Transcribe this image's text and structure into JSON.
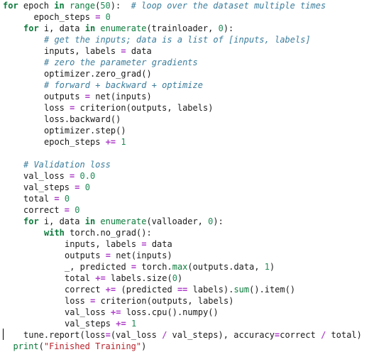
{
  "editor": {
    "lines": [
      {
        "indent": 0,
        "tokens": [
          {
            "t": "for",
            "c": "kw"
          },
          {
            "t": " epoch ",
            "c": "tx"
          },
          {
            "t": "in",
            "c": "kw"
          },
          {
            "t": " ",
            "c": "tx"
          },
          {
            "t": "range",
            "c": "bi"
          },
          {
            "t": "(",
            "c": "tx"
          },
          {
            "t": "50",
            "c": "num"
          },
          {
            "t": "):  ",
            "c": "tx"
          },
          {
            "t": "# loop over the dataset multiple times",
            "c": "cm"
          }
        ]
      },
      {
        "indent": 1.5,
        "tokens": [
          {
            "t": "epoch_steps ",
            "c": "tx"
          },
          {
            "t": "=",
            "c": "op"
          },
          {
            "t": " ",
            "c": "tx"
          },
          {
            "t": "0",
            "c": "num"
          }
        ]
      },
      {
        "indent": 1,
        "tokens": [
          {
            "t": "for",
            "c": "kw"
          },
          {
            "t": " i, data ",
            "c": "tx"
          },
          {
            "t": "in",
            "c": "kw"
          },
          {
            "t": " ",
            "c": "tx"
          },
          {
            "t": "enumerate",
            "c": "bi"
          },
          {
            "t": "(trainloader, ",
            "c": "tx"
          },
          {
            "t": "0",
            "c": "num"
          },
          {
            "t": "):",
            "c": "tx"
          }
        ]
      },
      {
        "indent": 2,
        "tokens": [
          {
            "t": "# get the inputs; data is a list of [inputs, labels]",
            "c": "cm"
          }
        ]
      },
      {
        "indent": 2,
        "tokens": [
          {
            "t": "inputs, labels ",
            "c": "tx"
          },
          {
            "t": "=",
            "c": "op"
          },
          {
            "t": " data",
            "c": "tx"
          }
        ]
      },
      {
        "indent": 2,
        "tokens": [
          {
            "t": "# zero the parameter gradients",
            "c": "cm"
          }
        ]
      },
      {
        "indent": 2,
        "tokens": [
          {
            "t": "optimizer.zero_grad()",
            "c": "tx"
          }
        ]
      },
      {
        "indent": 2,
        "tokens": [
          {
            "t": "# forward + backward + optimize",
            "c": "cm"
          }
        ]
      },
      {
        "indent": 2,
        "tokens": [
          {
            "t": "outputs ",
            "c": "tx"
          },
          {
            "t": "=",
            "c": "op"
          },
          {
            "t": " net(inputs)",
            "c": "tx"
          }
        ]
      },
      {
        "indent": 2,
        "tokens": [
          {
            "t": "loss ",
            "c": "tx"
          },
          {
            "t": "=",
            "c": "op"
          },
          {
            "t": " criterion(outputs, labels)",
            "c": "tx"
          }
        ]
      },
      {
        "indent": 2,
        "tokens": [
          {
            "t": "loss.backward()",
            "c": "tx"
          }
        ]
      },
      {
        "indent": 2,
        "tokens": [
          {
            "t": "optimizer.step()",
            "c": "tx"
          }
        ]
      },
      {
        "indent": 2,
        "tokens": [
          {
            "t": "epoch_steps ",
            "c": "tx"
          },
          {
            "t": "+=",
            "c": "op"
          },
          {
            "t": " ",
            "c": "tx"
          },
          {
            "t": "1",
            "c": "num"
          }
        ]
      },
      {
        "indent": 0,
        "tokens": []
      },
      {
        "indent": 1,
        "tokens": [
          {
            "t": "# Validation loss",
            "c": "cm"
          }
        ]
      },
      {
        "indent": 1,
        "tokens": [
          {
            "t": "val_loss ",
            "c": "tx"
          },
          {
            "t": "=",
            "c": "op"
          },
          {
            "t": " ",
            "c": "tx"
          },
          {
            "t": "0.0",
            "c": "num"
          }
        ]
      },
      {
        "indent": 1,
        "tokens": [
          {
            "t": "val_steps ",
            "c": "tx"
          },
          {
            "t": "=",
            "c": "op"
          },
          {
            "t": " ",
            "c": "tx"
          },
          {
            "t": "0",
            "c": "num"
          }
        ]
      },
      {
        "indent": 1,
        "tokens": [
          {
            "t": "total ",
            "c": "tx"
          },
          {
            "t": "=",
            "c": "op"
          },
          {
            "t": " ",
            "c": "tx"
          },
          {
            "t": "0",
            "c": "num"
          }
        ]
      },
      {
        "indent": 1,
        "tokens": [
          {
            "t": "correct ",
            "c": "tx"
          },
          {
            "t": "=",
            "c": "op"
          },
          {
            "t": " ",
            "c": "tx"
          },
          {
            "t": "0",
            "c": "num"
          }
        ]
      },
      {
        "indent": 1,
        "tokens": [
          {
            "t": "for",
            "c": "kw"
          },
          {
            "t": " i, data ",
            "c": "tx"
          },
          {
            "t": "in",
            "c": "kw"
          },
          {
            "t": " ",
            "c": "tx"
          },
          {
            "t": "enumerate",
            "c": "bi"
          },
          {
            "t": "(valloader, ",
            "c": "tx"
          },
          {
            "t": "0",
            "c": "num"
          },
          {
            "t": "):",
            "c": "tx"
          }
        ]
      },
      {
        "indent": 2,
        "tokens": [
          {
            "t": "with",
            "c": "kw"
          },
          {
            "t": " torch.no_grad():",
            "c": "tx"
          }
        ]
      },
      {
        "indent": 3,
        "tokens": [
          {
            "t": "inputs, labels ",
            "c": "tx"
          },
          {
            "t": "=",
            "c": "op"
          },
          {
            "t": " data",
            "c": "tx"
          }
        ]
      },
      {
        "indent": 3,
        "tokens": [
          {
            "t": "outputs ",
            "c": "tx"
          },
          {
            "t": "=",
            "c": "op"
          },
          {
            "t": " net(inputs)",
            "c": "tx"
          }
        ]
      },
      {
        "indent": 3,
        "tokens": [
          {
            "t": "_, predicted ",
            "c": "tx"
          },
          {
            "t": "=",
            "c": "op"
          },
          {
            "t": " torch.",
            "c": "tx"
          },
          {
            "t": "max",
            "c": "bi"
          },
          {
            "t": "(outputs.data, ",
            "c": "tx"
          },
          {
            "t": "1",
            "c": "num"
          },
          {
            "t": ")",
            "c": "tx"
          }
        ]
      },
      {
        "indent": 3,
        "tokens": [
          {
            "t": "total ",
            "c": "tx"
          },
          {
            "t": "+=",
            "c": "op"
          },
          {
            "t": " labels.size(",
            "c": "tx"
          },
          {
            "t": "0",
            "c": "num"
          },
          {
            "t": ")",
            "c": "tx"
          }
        ]
      },
      {
        "indent": 3,
        "tokens": [
          {
            "t": "correct ",
            "c": "tx"
          },
          {
            "t": "+=",
            "c": "op"
          },
          {
            "t": " (predicted ",
            "c": "tx"
          },
          {
            "t": "==",
            "c": "op"
          },
          {
            "t": " labels).",
            "c": "tx"
          },
          {
            "t": "sum",
            "c": "bi"
          },
          {
            "t": "().item()",
            "c": "tx"
          }
        ]
      },
      {
        "indent": 3,
        "tokens": [
          {
            "t": "loss ",
            "c": "tx"
          },
          {
            "t": "=",
            "c": "op"
          },
          {
            "t": " criterion(outputs, labels)",
            "c": "tx"
          }
        ]
      },
      {
        "indent": 3,
        "tokens": [
          {
            "t": "val_loss ",
            "c": "tx"
          },
          {
            "t": "+=",
            "c": "op"
          },
          {
            "t": " loss.cpu().numpy()",
            "c": "tx"
          }
        ]
      },
      {
        "indent": 3,
        "tokens": [
          {
            "t": "val_steps ",
            "c": "tx"
          },
          {
            "t": "+=",
            "c": "op"
          },
          {
            "t": " ",
            "c": "tx"
          },
          {
            "t": "1",
            "c": "num"
          }
        ]
      },
      {
        "indent": 1,
        "tokens": [
          {
            "t": "tune.report(loss",
            "c": "tx"
          },
          {
            "t": "=",
            "c": "op"
          },
          {
            "t": "(val_loss ",
            "c": "tx"
          },
          {
            "t": "/",
            "c": "op"
          },
          {
            "t": " val_steps), accuracy",
            "c": "tx"
          },
          {
            "t": "=",
            "c": "op"
          },
          {
            "t": "correct ",
            "c": "tx"
          },
          {
            "t": "/",
            "c": "op"
          },
          {
            "t": " total)",
            "c": "tx"
          }
        ]
      },
      {
        "indent": 0.5,
        "tokens": [
          {
            "t": "print",
            "c": "bi"
          },
          {
            "t": "(",
            "c": "tx"
          },
          {
            "t": "\"Finished Training\"",
            "c": "str"
          },
          {
            "t": ")",
            "c": "tx"
          }
        ]
      }
    ]
  }
}
